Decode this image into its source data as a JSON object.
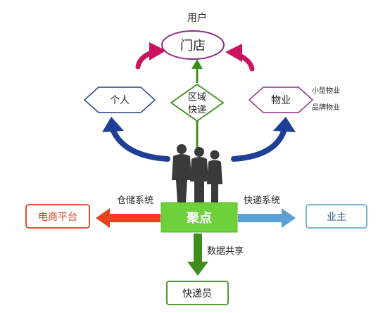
{
  "diagram": {
    "top_label": "用户",
    "store": "门店",
    "personal": "个人",
    "regional_line1": "区域",
    "regional_line2": "快递",
    "property": "物业",
    "property_note1": "小型物业",
    "property_note2": "品牌物业",
    "ecommerce": "电商平台",
    "warehouse": "仓储系统",
    "hub": "聚点",
    "express_system": "快递系统",
    "owner": "业主",
    "data_sharing": "数据共享",
    "courier": "快递员"
  },
  "colors": {
    "magenta": "#c8155f",
    "outline_purple": "#8a2c86",
    "blue_arrow": "#1d3f96",
    "green": "#3e8e1e",
    "hub_green": "#6fd13a",
    "orange": "#e8431c",
    "ecommerce_red": "#d6401e",
    "light_blue": "#5aa0d6",
    "owner_outline": "#6aa9cf",
    "navy_outline": "#273d7c"
  },
  "icons": {
    "people": "people-silhouette-icon"
  }
}
